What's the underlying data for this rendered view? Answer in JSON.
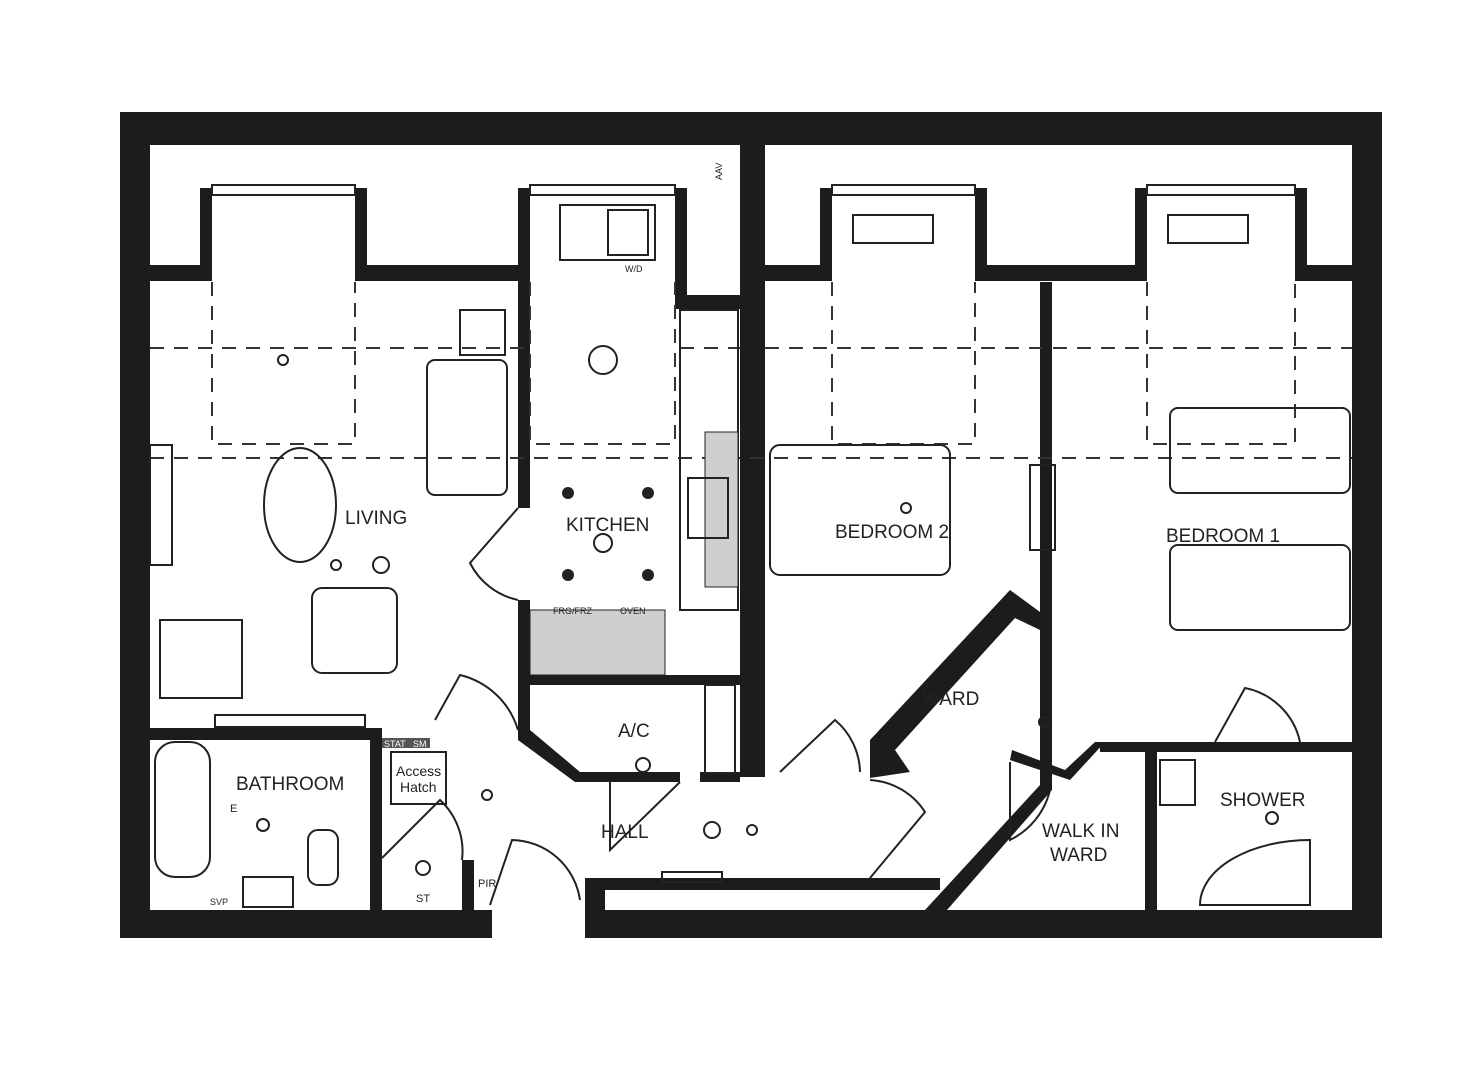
{
  "plan": {
    "rooms": {
      "living": "LIVING",
      "kitchen": "KITCHEN",
      "bedroom2": "BEDROOM 2",
      "bedroom1": "BEDROOM 1",
      "ward": "WARD",
      "ac": "A/C",
      "hall": "HALL",
      "bathroom": "BATHROOM",
      "walk_in_ward_1": "WALK IN",
      "walk_in_ward_2": "WARD",
      "shower": "SHOWER"
    },
    "annotations": {
      "access_hatch_1": "Access",
      "access_hatch_2": "Hatch",
      "stat": "STAT",
      "sm": "SM",
      "pir": "PIR",
      "st": "ST",
      "fridge_freezer": "FRG/FRZ",
      "oven": "OVEN",
      "washer_dryer": "W/D",
      "aav": "AAV",
      "svp": "SVP",
      "e": "E"
    },
    "colors": {
      "wall": "#1c1c1c",
      "line": "#222222",
      "background": "#ffffff"
    }
  }
}
